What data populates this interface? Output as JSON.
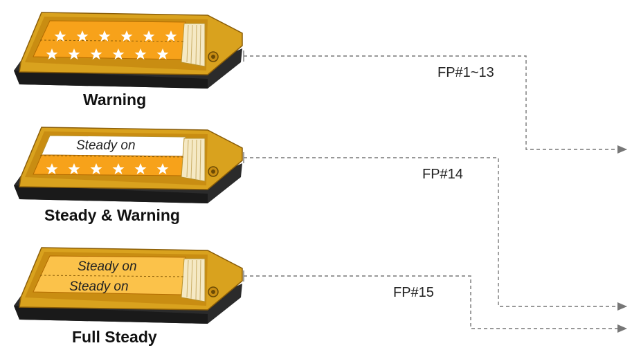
{
  "lamps": [
    {
      "caption": "Warning",
      "mode": "warning",
      "text_upper": "",
      "text_lower": "",
      "code": "FP#1~13"
    },
    {
      "caption": "Steady & Warning",
      "mode": "steady-warning",
      "text_upper": "Steady on",
      "text_lower": "",
      "code": "FP#14"
    },
    {
      "caption": "Full Steady",
      "mode": "full-steady",
      "text_upper": "Steady on",
      "text_lower": "Steady on",
      "code": "FP#15"
    }
  ],
  "colors": {
    "housing": "#d9a21e",
    "housing_dark": "#8a5d08",
    "base": "#2b2b2b",
    "lens_amber": "#f7a21a",
    "connector": "#777777"
  }
}
